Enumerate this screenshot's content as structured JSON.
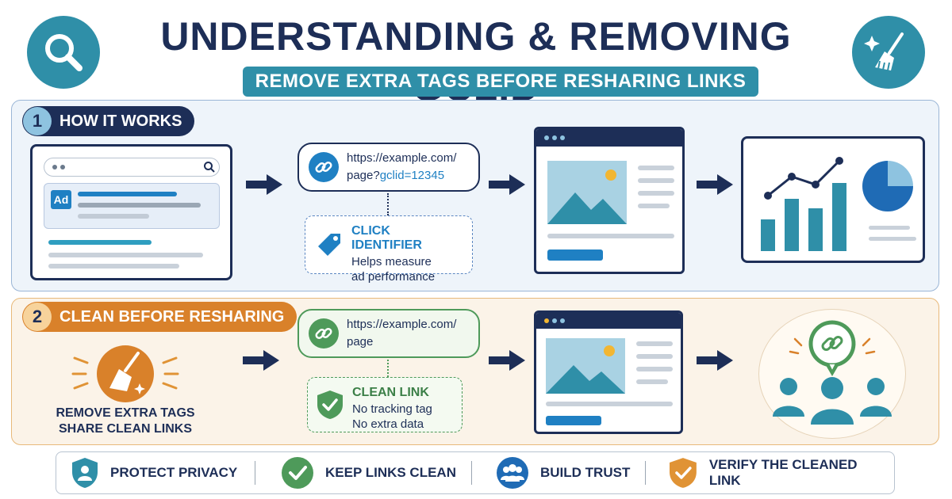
{
  "header": {
    "title": "UNDERSTANDING & REMOVING GCLID",
    "subtitle": "REMOVE EXTRA TAGS BEFORE RESHARING LINKS",
    "left_icon": "magnifier-icon",
    "right_icon": "broom-sparkle-icon"
  },
  "step1": {
    "number": "1",
    "label": "HOW IT WORKS",
    "color": "#1d2e57",
    "search_result": {
      "ad_badge": "Ad"
    },
    "url_line1": "https://example.com/",
    "url_line2_prefix": "page?",
    "url_line2_param": "gclid=12345",
    "info_title": "CLICK IDENTIFIER",
    "info_line1": "Helps measure",
    "info_line2": "ad performance"
  },
  "step2": {
    "number": "2",
    "label": "CLEAN BEFORE RESHARING",
    "color": "#d9812a",
    "left_line1": "REMOVE EXTRA TAGS",
    "left_line2": "SHARE CLEAN LINKS",
    "url_line1": "https://example.com/",
    "url_line2": "page",
    "info_title": "CLEAN LINK",
    "info_line1": "No tracking tag",
    "info_line2": "No extra data"
  },
  "footer": {
    "items": [
      {
        "label": "PROTECT PRIVACY",
        "icon": "shield-user-icon",
        "color": "#2f8fa8"
      },
      {
        "label": "KEEP LINKS CLEAN",
        "icon": "check-circle-icon",
        "color": "#4e9a5a"
      },
      {
        "label": "BUILD TRUST",
        "icon": "group-icon",
        "color": "#1f6bb5"
      },
      {
        "label": "VERIFY THE CLEANED LINK",
        "icon": "shield-check-icon",
        "color": "#e09335"
      }
    ]
  },
  "colors": {
    "navy": "#1d2e57",
    "teal": "#2f8fa8",
    "orange": "#d9812a",
    "green": "#4e9a5a",
    "blue": "#1f80c3"
  }
}
